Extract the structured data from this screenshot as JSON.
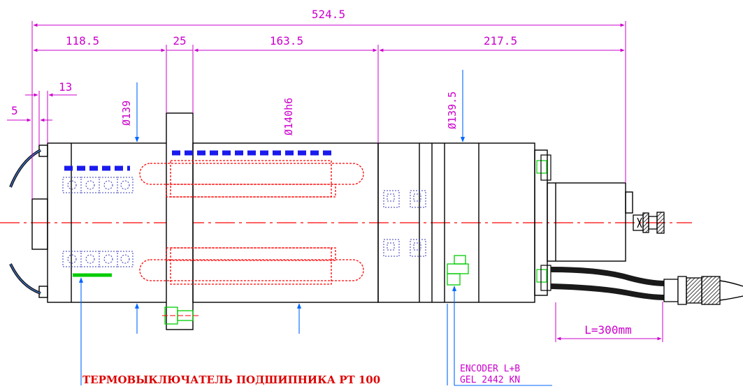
{
  "dimensions": {
    "overall_length": "524.5",
    "front_section": "118.5",
    "flange_thickness": "25",
    "body_section": "163.5",
    "rear_section": "217.5",
    "offset_13": "13",
    "offset_5": "5",
    "cable_length": "L=300mm"
  },
  "diameters": {
    "front": "Ø139",
    "flange_fit": "Ø140h6",
    "rear": "Ø139.5"
  },
  "labels": {
    "thermal_switch": "ТЕРМОВЫКЛЮЧАТЕЛЬ ПОДШИПНИКА PT 100",
    "encoder_line1": "ENCODER L+B",
    "encoder_line2": "GEL 2442 KN"
  },
  "colors": {
    "dimension": "#cc00cc",
    "arrow": "#0066ff",
    "outline": "#000000",
    "bearing": "#3a3ab8",
    "winding": "#ff0000",
    "sensor": "#00cc00",
    "centerline": "#ff0000",
    "cable": "#1a1a1a",
    "label_red": "#dd0000"
  }
}
